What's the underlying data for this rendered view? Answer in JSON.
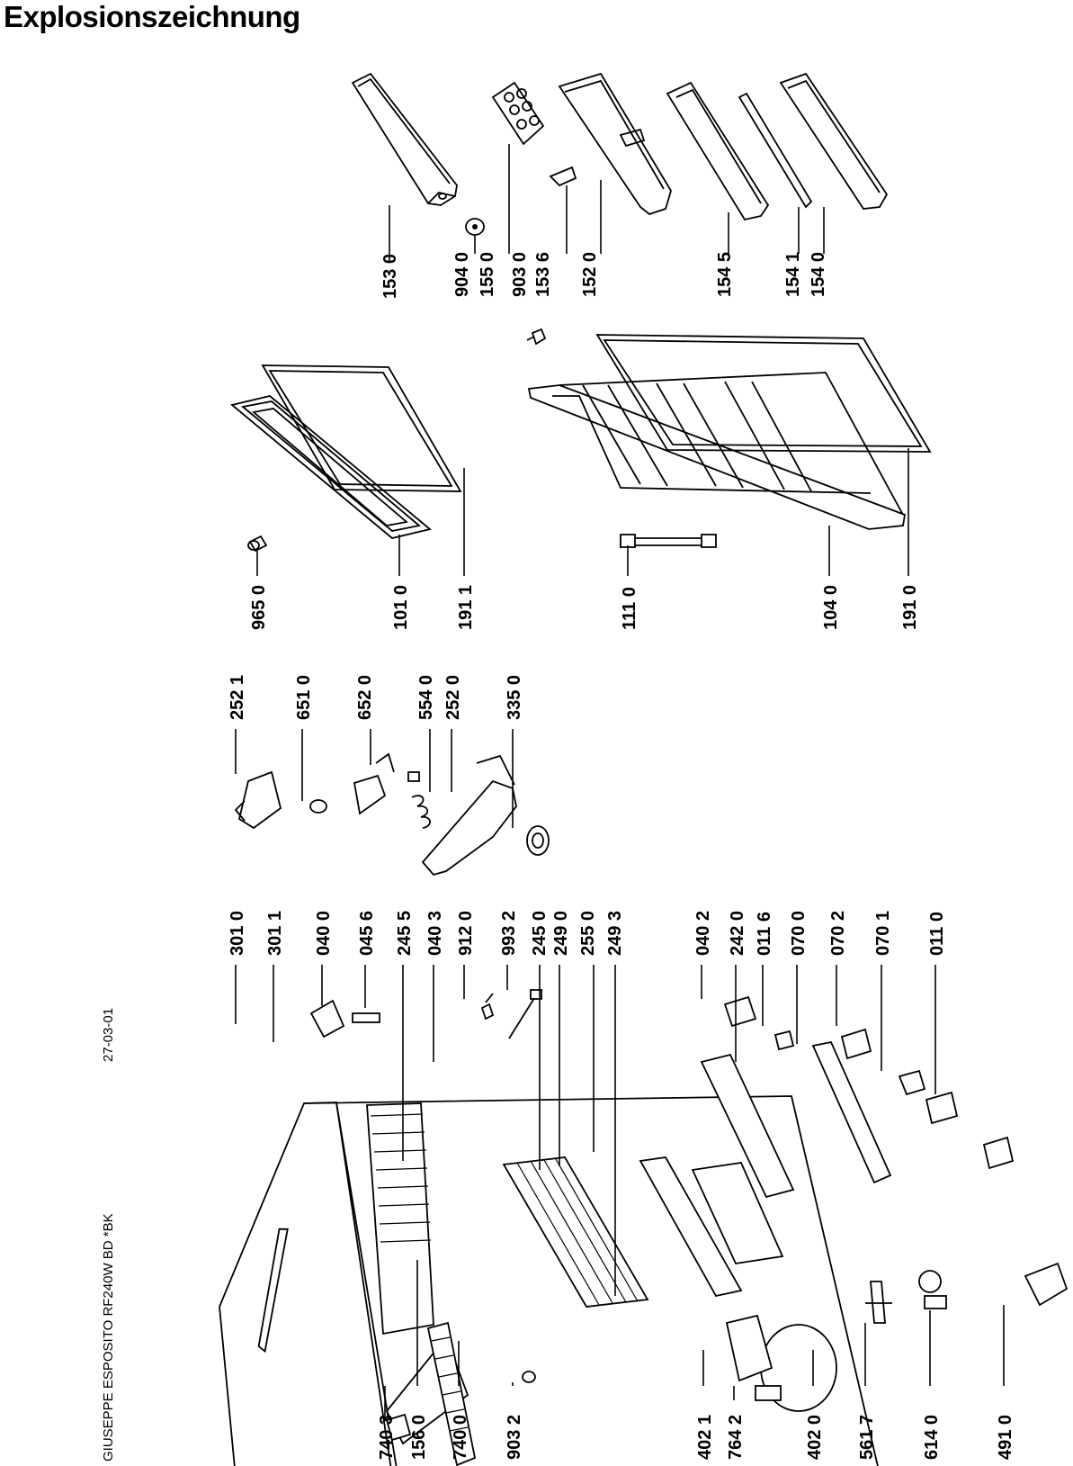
{
  "header": {
    "title": "Explosionszeichnung",
    "model": "GIUSEPPE ESPOSITO  RF240W  BD *BK",
    "date": "27-03-01"
  },
  "labels": {
    "l1530": "153 0",
    "l9040": "904 0",
    "l1550": "155 0",
    "l9030": "903 0",
    "l1536": "153 6",
    "l1520": "152 0",
    "l1545": "154 5",
    "l1541": "154 1",
    "l1540": "154 0",
    "l9650": "965 0",
    "l1010": "101 0",
    "l1911": "191 1",
    "l1110": "111 0",
    "l1040": "104 0",
    "l1910": "191 0",
    "l2521": "252 1",
    "l6510": "651 0",
    "l6520": "652 0",
    "l5540": "554 0",
    "l2520": "252 0",
    "l3350": "335 0",
    "l3010": "301 0",
    "l3011": "301 1",
    "l0400": "040 0",
    "l0456": "045 6",
    "l2455": "245 5",
    "l0403": "040 3",
    "l9120": "912 0",
    "l9932": "993 2",
    "l2450": "245 0",
    "l2490": "249 0",
    "l2550": "255 0",
    "l2493": "249 3",
    "l0402": "040 2",
    "l2420": "242 0",
    "l0116": "011 6",
    "l0700": "070 0",
    "l0702": "070 2",
    "l0701": "070 1",
    "l0110": "011 0",
    "l7403": "740 3",
    "l1560": "156 0",
    "l7400": "740 0",
    "l9032": "903 2",
    "l4021": "402 1",
    "l7642": "764 2",
    "l4020": "402 0",
    "l5617": "561 7",
    "l6140": "614 0",
    "l4910": "491 0"
  }
}
